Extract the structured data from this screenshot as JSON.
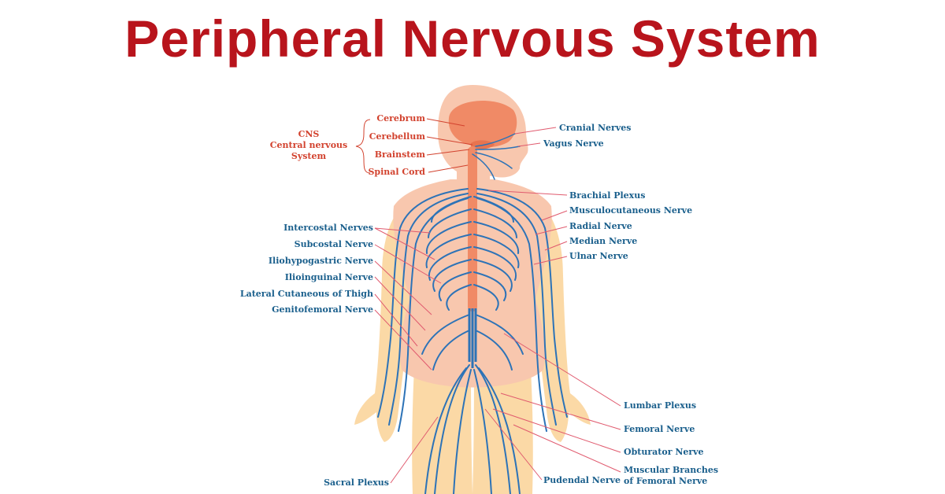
{
  "title": "Peripheral Nervous System",
  "colors": {
    "title": "#b8141c",
    "cns_label": "#d2422e",
    "pns_label": "#1a5f8c",
    "body_skin": "#fbd9a6",
    "torso_skin": "#f8c7ae",
    "brain": "#f08a66",
    "nerves": "#2d73b7"
  },
  "cns_group": {
    "line1": "CNS",
    "line2": "Central nervous",
    "line3": "System"
  },
  "labels": {
    "cerebrum": "Cerebrum",
    "cerebellum": "Cerebellum",
    "brainstem": "Brainstem",
    "spinal_cord": "Spinal Cord",
    "cranial_nerves": "Cranial Nerves",
    "vagus_nerve": "Vagus Nerve",
    "brachial_plexus": "Brachial Plexus",
    "musculocutaneous_nerve": "Musculocutaneous Nerve",
    "radial_nerve": "Radial Nerve",
    "median_nerve": "Median Nerve",
    "ulnar_nerve": "Ulnar Nerve",
    "intercostal_nerves": "Intercostal Nerves",
    "subcostal_nerve": "Subcostal Nerve",
    "iliohypogastric_nerve": "Iliohypogastric Nerve",
    "ilioinguinal_nerve": "Ilioinguinal Nerve",
    "lateral_cutaneous_thigh": "Lateral Cutaneous of Thigh",
    "genitofemoral_nerve": "Genitofemoral Nerve",
    "lumbar_plexus": "Lumbar Plexus",
    "femoral_nerve": "Femoral Nerve",
    "obturator_nerve": "Obturator Nerve",
    "muscular_branches_1": "Muscular Branches",
    "muscular_branches_2": "of Femoral Nerve",
    "pudendal_nerve": "Pudendal Nerve",
    "sacral_plexus": "Sacral Plexus"
  }
}
